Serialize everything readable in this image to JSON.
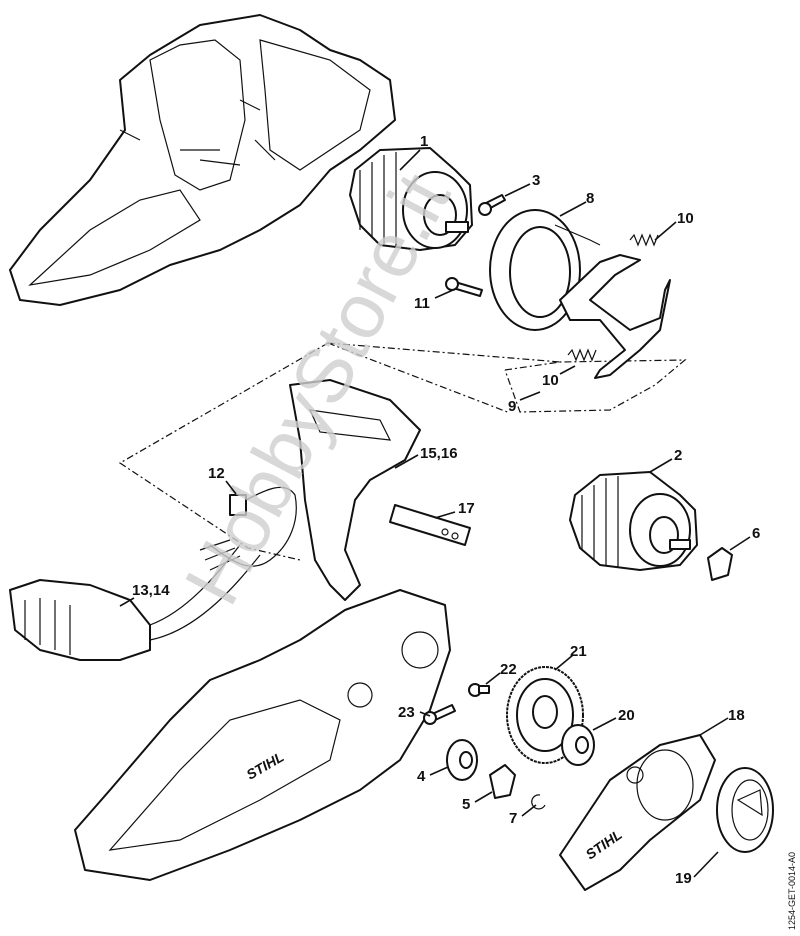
{
  "diagram": {
    "callouts": [
      "1",
      "2",
      "3",
      "4",
      "5",
      "6",
      "7",
      "8",
      "9",
      "10",
      "10",
      "11",
      "12",
      "13,14",
      "15,16",
      "17",
      "18",
      "19",
      "20",
      "21",
      "22",
      "23"
    ],
    "brand_logo": "STIHL",
    "watermark": "HobbyStore.it",
    "drawing_code": "1254-GET-0014-A0"
  }
}
